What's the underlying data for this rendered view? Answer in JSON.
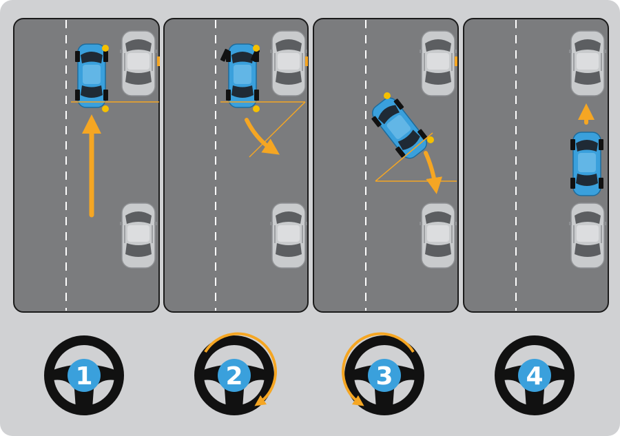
{
  "title": "",
  "colors": {
    "background": "#d0d1d3",
    "road": "#7b7c7e",
    "road_border": "#1a1a1a",
    "lane_marking": "#ffffff",
    "active_car": "#3aa0dc",
    "parked_car": "#c9cbcd",
    "arrow": "#f5a623",
    "steering_wheel": "#111111",
    "step_badge": "#3aa0dc"
  },
  "steps": [
    {
      "number": "1",
      "wheel_turn": "none",
      "car_motion": "drive-forward",
      "icon": "steering-wheel-icon"
    },
    {
      "number": "2",
      "wheel_turn": "clockwise",
      "car_motion": "reverse-turn-right",
      "icon": "steering-wheel-icon"
    },
    {
      "number": "3",
      "wheel_turn": "counterclockwise",
      "car_motion": "reverse-turn-left",
      "icon": "steering-wheel-icon"
    },
    {
      "number": "4",
      "wheel_turn": "none",
      "car_motion": "pull-forward",
      "icon": "steering-wheel-icon"
    }
  ]
}
